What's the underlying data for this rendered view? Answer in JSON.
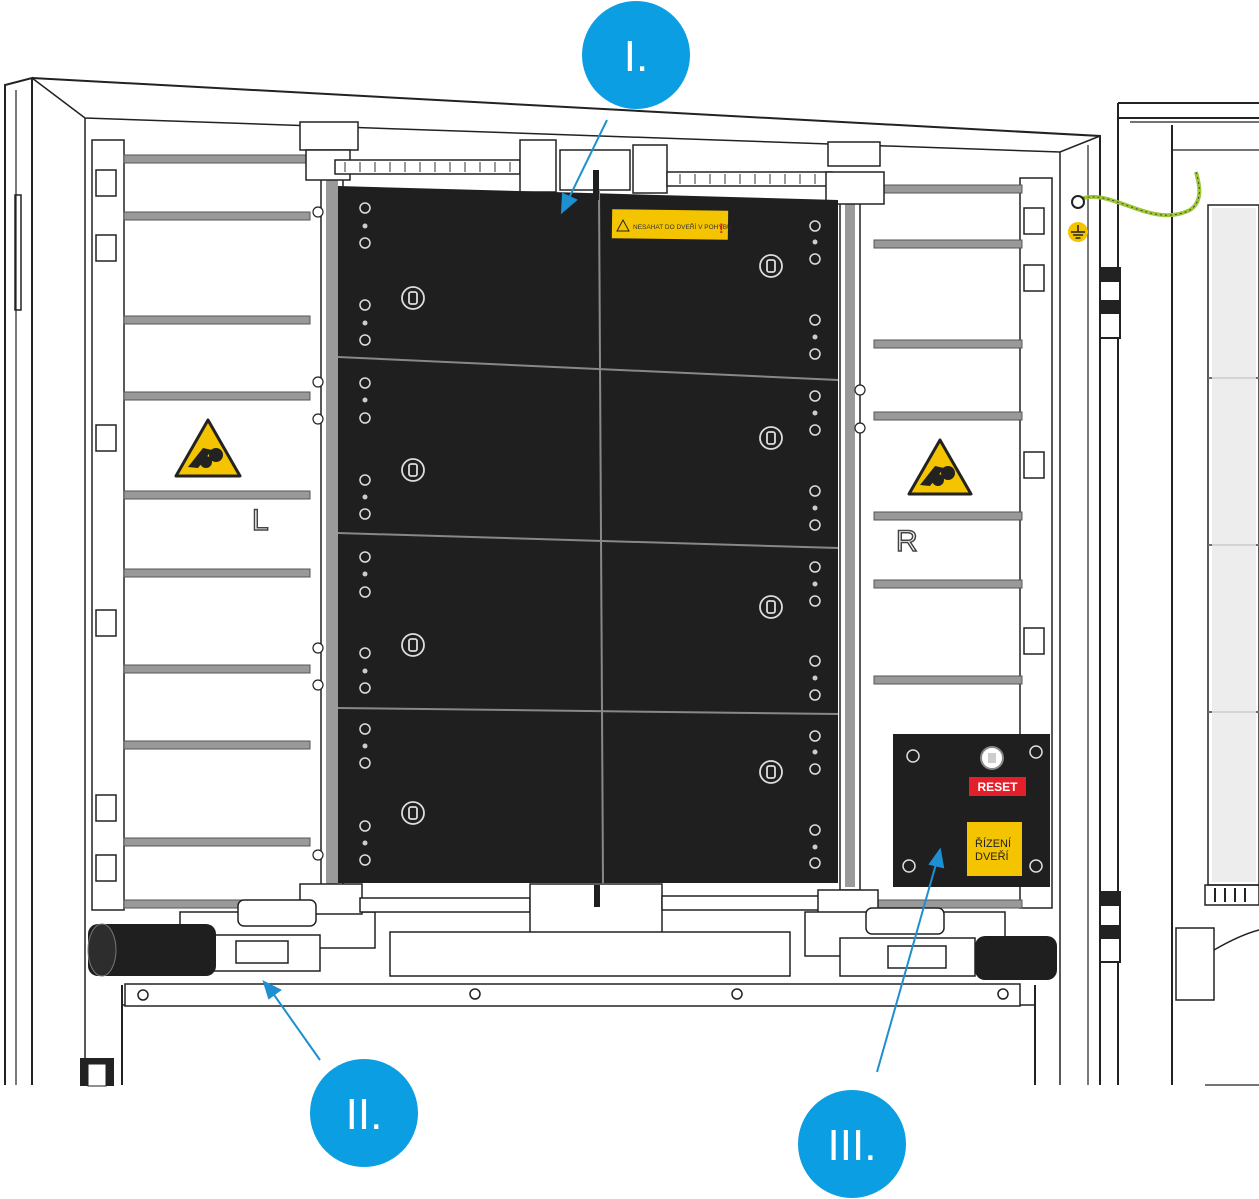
{
  "callouts": [
    {
      "id": "callout-1",
      "label": "I."
    },
    {
      "id": "callout-2",
      "label": "II."
    },
    {
      "id": "callout-3",
      "label": "III."
    }
  ],
  "side_labels": {
    "left": "L",
    "right": "R"
  },
  "warning_sticker": {
    "text": "NESAHAT DO DVEŘÍ V POHYBU",
    "mark": "!"
  },
  "control_box": {
    "reset_label": "RESET",
    "door_control_line1": "ŘÍZENÍ",
    "door_control_line2": "DVEŘÍ"
  },
  "colors": {
    "callout": "#0b9ee2",
    "door_panel": "#1f1f1f",
    "reset": "#e3202a",
    "warning_yellow": "#f5c400",
    "ground_wire": "#9dc734"
  },
  "icons": [
    "hand-crush-warning-icon",
    "ground-symbol-icon",
    "hinge-icon",
    "screw-icon"
  ]
}
